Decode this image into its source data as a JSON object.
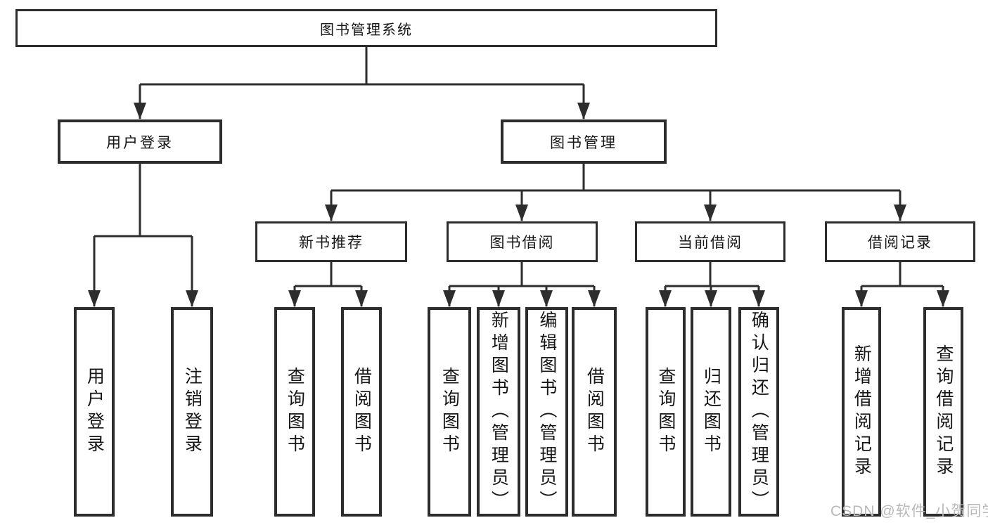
{
  "colors": {
    "line": "#2d2d2d",
    "border": "#2d2d2d",
    "box_fill": "#ffffff",
    "text": "#161616",
    "watermark": "#b9b9b9",
    "background": "#ffffff"
  },
  "watermark": "CSDN @软件_小贺同学",
  "nodes": {
    "root": {
      "label": "图书管理系统"
    },
    "user_login": {
      "label": "用户登录"
    },
    "book_mgmt": {
      "label": "图书管理"
    },
    "new_book_rec": {
      "label": "新书推荐"
    },
    "book_borrow": {
      "label": "图书借阅"
    },
    "current_borrow": {
      "label": "当前借阅"
    },
    "borrow_record": {
      "label": "借阅记录"
    },
    "leaf_user_login": {
      "label": "用户登录"
    },
    "leaf_logout": {
      "label": "注销登录"
    },
    "leaf_query_book_new": {
      "label": "查询图书"
    },
    "leaf_borrow_book_new": {
      "label": "借阅图书"
    },
    "leaf_query_book_borrow": {
      "label": "查询图书"
    },
    "leaf_add_book": {
      "label": "新增图书（管理员）"
    },
    "leaf_edit_book": {
      "label": "编辑图书（管理员）"
    },
    "leaf_borrow_book_borrow": {
      "label": "借阅图书"
    },
    "leaf_query_book_current": {
      "label": "查询图书"
    },
    "leaf_return_book": {
      "label": "归还图书"
    },
    "leaf_confirm_return": {
      "label": "确认归还（管理员）"
    },
    "leaf_add_borrow_record": {
      "label": "新增借阅记录"
    },
    "leaf_query_borrow_record": {
      "label": "查询借阅记录"
    }
  },
  "hierarchy": [
    {
      "parent": "图书管理系统",
      "children": [
        "用户登录",
        "图书管理"
      ]
    },
    {
      "parent": "用户登录",
      "children": [
        "用户登录",
        "注销登录"
      ]
    },
    {
      "parent": "图书管理",
      "children": [
        "新书推荐",
        "图书借阅",
        "当前借阅",
        "借阅记录"
      ]
    },
    {
      "parent": "新书推荐",
      "children": [
        "查询图书",
        "借阅图书"
      ]
    },
    {
      "parent": "图书借阅",
      "children": [
        "查询图书",
        "新增图书（管理员）",
        "编辑图书（管理员）",
        "借阅图书"
      ]
    },
    {
      "parent": "当前借阅",
      "children": [
        "查询图书",
        "归还图书",
        "确认归还（管理员）"
      ]
    },
    {
      "parent": "借阅记录",
      "children": [
        "新增借阅记录",
        "查询借阅记录"
      ]
    }
  ]
}
